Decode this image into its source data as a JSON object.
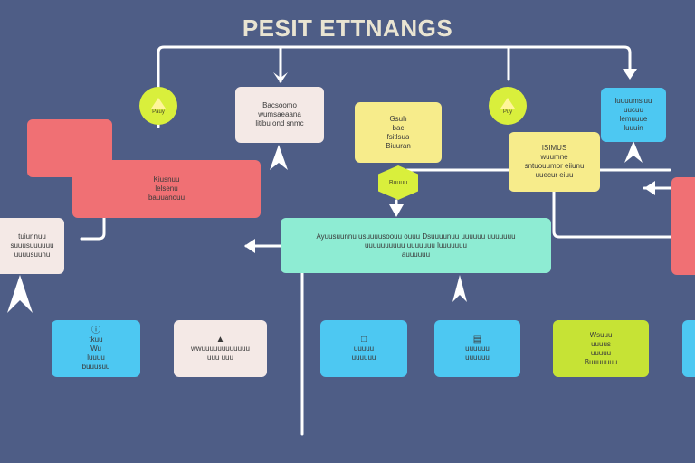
{
  "title": "PESIT ETTNANGS",
  "colors": {
    "background": "#4e5d86",
    "connector": "#ffffff",
    "pink": "#f07074",
    "cream": "#f4e9e6",
    "yellow": "#f7ec8b",
    "cyan": "#4dc8f2",
    "mint": "#8eecd3",
    "lime": "#c6e335"
  },
  "nodes": {
    "top_cream": {
      "lines": [
        "Bacsoomo",
        "wumsaeaana",
        "litibu ond snmc"
      ]
    },
    "top_yellow": {
      "lines": [
        "Gsuh",
        "bac",
        "fsitlsua",
        "Biuuran"
      ]
    },
    "top_right_cyan": {
      "lines": [
        "luuuumsiuu",
        "uucuu",
        "lemuuue",
        "luuuin"
      ]
    },
    "left_pink_big": {
      "lines": [
        "Kiusnuu",
        "lelsenu",
        "bauuanouu"
      ]
    },
    "right_yellow": {
      "lines": [
        "ISIMUS",
        "wuumne",
        "sntuouumor eiiunu",
        "uuecur eiuu"
      ]
    },
    "left_cream": {
      "lines": [
        "tuiunnuu",
        "suuusuuuuuu",
        "uuuusuunu"
      ]
    },
    "center_mint": {
      "lines": [
        "Ayuusuunnu usuuuusoouu ouuu Dsuuuunuu uuuuuu uuuuuuu",
        "uuuuuuuuuu uuuuuuu luuuuuuu",
        "auuuuuu"
      ]
    },
    "bottom_cyan_1": {
      "lines": [
        "tkuu",
        "Wu",
        "luuuu",
        "buuusuu"
      ]
    },
    "bottom_cream": {
      "lines": [
        "wwuuuuuuuuuuuu",
        "uuu uuu"
      ]
    },
    "bottom_cyan_2": {
      "lines": [
        "uuuuu",
        "uuuuuu"
      ]
    },
    "bottom_cyan_3": {
      "lines": [
        "uuuuuu",
        "uuuuuu"
      ]
    },
    "bottom_lime": {
      "lines": [
        "Wsuuu",
        "uuuus",
        "uuuuu",
        "Buuuuuuu"
      ]
    }
  },
  "pins": {
    "left": {
      "label": "Pauy"
    },
    "right": {
      "label": "Puy"
    },
    "mid": {
      "label": "Buuuu"
    }
  },
  "node_icons": {
    "bottom_cyan_1": "info-icon",
    "bottom_cream": "drop-icon",
    "bottom_cyan_2": "document-icon",
    "bottom_cyan_3": "tag-icon"
  }
}
